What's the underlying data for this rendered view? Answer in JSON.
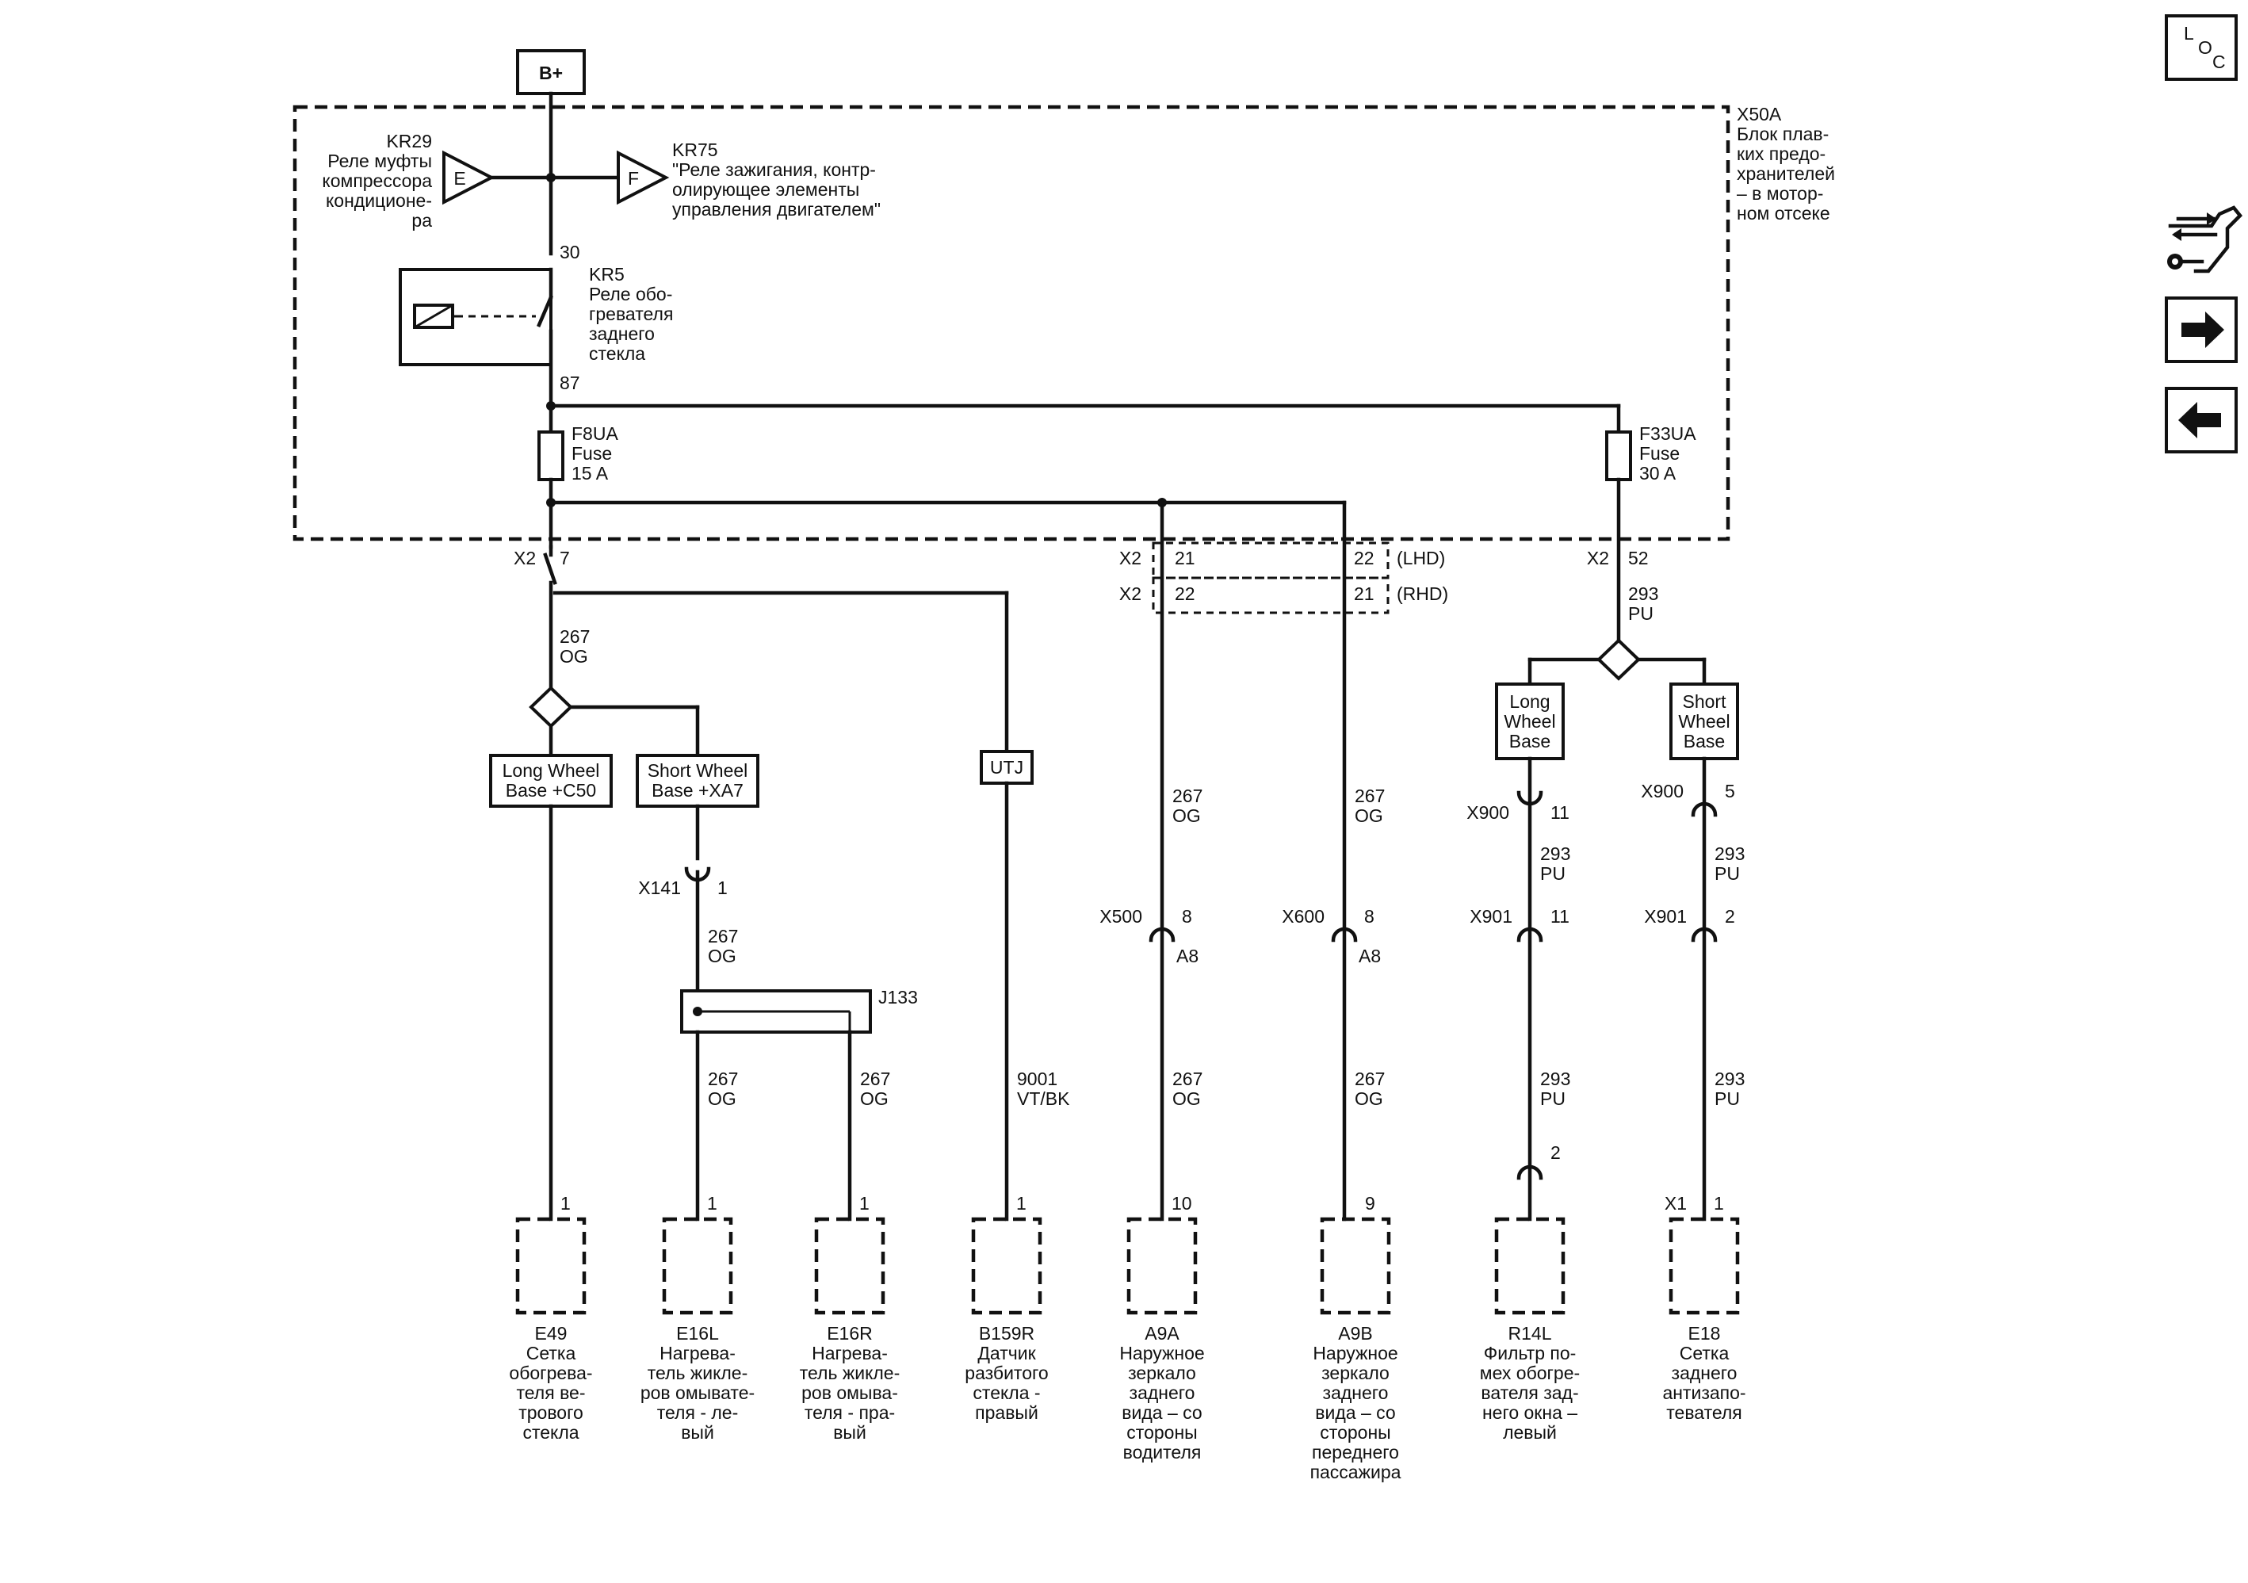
{
  "supply": {
    "label": "B+"
  },
  "fuse_block": {
    "title_lines": [
      "X50A",
      "Блок плав-",
      "ких предо-",
      "хранителей",
      "– в мотор-",
      "ном отсеке"
    ]
  },
  "relay_kr29": {
    "lines": [
      "KR29",
      "Реле муфты",
      "компрессора",
      "кондиционе-",
      "ра"
    ],
    "tag": "E"
  },
  "relay_kr75": {
    "lines": [
      "KR75",
      "\"Реле зажигания, контр-",
      "олирующее элементы",
      "управления двигателем\""
    ],
    "tag": "F"
  },
  "relay_kr5": {
    "pin_in": "30",
    "pin_out": "87",
    "lines": [
      "KR5",
      "Реле обо-",
      "гревателя",
      "заднего",
      "стекла"
    ]
  },
  "fuses": [
    {
      "lines": [
        "F8UA",
        "Fuse",
        "15 A"
      ]
    },
    {
      "lines": [
        "F33UA",
        "Fuse",
        "30 A"
      ]
    }
  ],
  "connectors": {
    "x2_main": {
      "name": "X2",
      "pin": "7"
    },
    "x2_lhd": {
      "name": "X2",
      "pin_a": "21",
      "pin_b": "22",
      "mode": "(LHD)"
    },
    "x2_rhd": {
      "name": "X2",
      "pin_a": "22",
      "pin_b": "21",
      "mode": "(RHD)"
    },
    "x2_right": {
      "name": "X2",
      "pin": "52"
    },
    "x141": {
      "name": "X141",
      "pin": "1"
    },
    "x500": {
      "name": "X500",
      "pin": "8",
      "pin2": "A8"
    },
    "x600": {
      "name": "X600",
      "pin": "8",
      "pin2": "A8"
    },
    "x900_long": {
      "name": "X900",
      "pin": "11"
    },
    "x900_short": {
      "name": "X900",
      "pin": "5"
    },
    "x901_long": {
      "name": "X901",
      "pin": "11"
    },
    "x901_short": {
      "name": "X901",
      "pin": "2"
    },
    "r14l_pin": {
      "pin": "2"
    },
    "x1": {
      "name": "X1",
      "pin": "1"
    }
  },
  "splice": {
    "name": "J133"
  },
  "wires": {
    "w267_main": [
      "267",
      "OG"
    ],
    "w267_x141": [
      "267",
      "OG"
    ],
    "w267_e16l": [
      "267",
      "OG"
    ],
    "w267_e16r": [
      "267",
      "OG"
    ],
    "w9001": [
      "9001",
      "VT/BK"
    ],
    "w267_a9a_top": [
      "267",
      "OG"
    ],
    "w267_a9a_bot": [
      "267",
      "OG"
    ],
    "w267_a9b_top": [
      "267",
      "OG"
    ],
    "w267_a9b_bot": [
      "267",
      "OG"
    ],
    "w293_main": [
      "293",
      "PU"
    ],
    "w293_l1": [
      "293",
      "PU"
    ],
    "w293_l2": [
      "293",
      "PU"
    ],
    "w293_s1": [
      "293",
      "PU"
    ],
    "w293_s2": [
      "293",
      "PU"
    ]
  },
  "options": {
    "lwb_c50": [
      "Long Wheel",
      "Base +C50"
    ],
    "swb_xa7": [
      "Short Wheel",
      "Base +XA7"
    ],
    "utj": "UTJ",
    "lwb_right": [
      "Long",
      "Wheel",
      "Base"
    ],
    "swb_right": [
      "Short",
      "Wheel",
      "Base"
    ]
  },
  "components": [
    {
      "pin": "1",
      "lines": [
        "E49",
        "Сетка",
        "обогрева-",
        "теля ве-",
        "трового",
        "стекла"
      ]
    },
    {
      "pin": "1",
      "lines": [
        "E16L",
        "Нагрева-",
        "тель жикле-",
        "ров омывате-",
        "теля - ле-",
        "вый"
      ]
    },
    {
      "pin": "1",
      "lines": [
        "E16R",
        "Нагрева-",
        "тель жикле-",
        "ров омыва-",
        "теля - пра-",
        "вый"
      ]
    },
    {
      "pin": "1",
      "lines": [
        "B159R",
        "Датчик",
        "разбитого",
        "стекла -",
        "правый"
      ]
    },
    {
      "pin": "10",
      "lines": [
        "A9A",
        "Наружное",
        "зеркало",
        "заднего",
        "вида – со",
        "стороны",
        "водителя"
      ]
    },
    {
      "pin": "9",
      "lines": [
        "A9B",
        "Наружное",
        "зеркало",
        "заднего",
        "вида – со",
        "стороны",
        "переднего",
        "пассажира"
      ]
    },
    {
      "pin": "",
      "lines": [
        "R14L",
        "Фильтр по-",
        "мех обогре-",
        "вателя зад-",
        "него окна –",
        "левый"
      ]
    },
    {
      "pin": "1",
      "lines": [
        "E18",
        "Сетка",
        "заднего",
        "антизапо-",
        "тевателя"
      ]
    }
  ],
  "nav": {
    "loc_letters": [
      "L",
      "O",
      "C"
    ],
    "items": [
      {
        "name": "loc-button",
        "icon": "loc-icon"
      },
      {
        "name": "connector-view-button",
        "icon": "connector-repair-icon"
      },
      {
        "name": "next-page-button",
        "icon": "arrow-right-icon"
      },
      {
        "name": "previous-page-button",
        "icon": "arrow-left-icon"
      }
    ]
  }
}
